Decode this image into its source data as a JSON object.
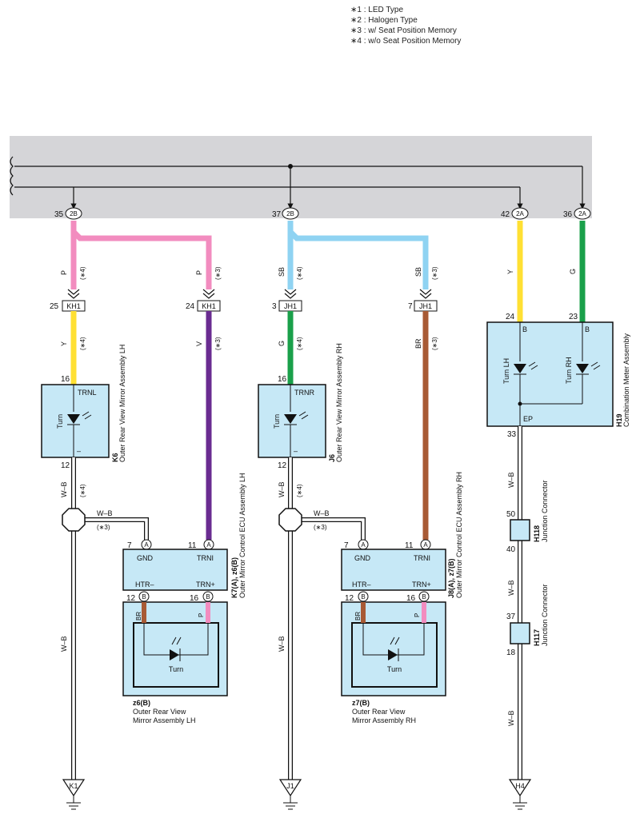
{
  "legend": {
    "items": [
      "∗1 : LED Type",
      "∗2 : Halogen Type",
      "∗3 : w/ Seat Position Memory",
      "∗4 : w/o Seat Position Memory"
    ]
  },
  "colors": {
    "pink": "#f28cbf",
    "yellow": "#ffe033",
    "purple": "#6a2c91",
    "skyblue": "#8fd3f2",
    "green": "#1aa04a",
    "brown": "#a85a35",
    "component_fill": "#c6e8f6",
    "bus_fill": "#d5d5d8"
  },
  "connectors": {
    "c35": {
      "pin": "35",
      "id": "2B"
    },
    "c37": {
      "pin": "37",
      "id": "2B"
    },
    "c42": {
      "pin": "42",
      "id": "2A"
    },
    "c36": {
      "pin": "36",
      "id": "2A"
    },
    "kh1_25": {
      "pin": "25",
      "id": "KH1"
    },
    "kh1_24": {
      "pin": "24",
      "id": "KH1"
    },
    "jh1_3": {
      "pin": "3",
      "id": "JH1"
    },
    "jh1_7": {
      "pin": "7",
      "id": "JH1"
    }
  },
  "wires": {
    "p_left": {
      "color": "P",
      "note": "(∗4)"
    },
    "p_right": {
      "color": "P",
      "note": "(∗3)"
    },
    "sb_left": {
      "color": "SB",
      "note": "(∗4)"
    },
    "sb_right": {
      "color": "SB",
      "note": "(∗3)"
    },
    "y_top": {
      "color": "Y"
    },
    "g_top": {
      "color": "G"
    },
    "y_k6": {
      "color": "Y",
      "note": "(∗4)"
    },
    "v_k7": {
      "color": "V",
      "note": "(∗3)"
    },
    "g_j6": {
      "color": "G",
      "note": "(∗4)"
    },
    "br_j8": {
      "color": "BR",
      "note": "(∗3)"
    },
    "wb_k6": {
      "color": "W–B",
      "note": "(∗4)"
    },
    "wb_j6": {
      "color": "W–B",
      "note": "(∗4)"
    },
    "wb_k_branch": {
      "color": "W–B",
      "note": "(∗3)"
    },
    "wb_j_branch": {
      "color": "W–B",
      "note": "(∗3)"
    },
    "wb_k_down": {
      "color": "W–B"
    },
    "wb_j_down": {
      "color": "W–B"
    },
    "wb_h19": {
      "color": "W–B"
    },
    "wb_h118": {
      "color": "W–B"
    },
    "wb_h117": {
      "color": "W–B"
    },
    "br_mirror": "BR",
    "p_mirror": "P"
  },
  "k6": {
    "code": "K6",
    "name": "Outer Rear View Mirror Assembly LH",
    "pin_top": "16",
    "pin_bottom": "12",
    "terminal_top": "TRNL",
    "terminal_bottom": "–",
    "lamp": "Turn"
  },
  "j6": {
    "code": "J6",
    "name": "Outer Rear View Mirror Assembly RH",
    "pin_top": "16",
    "pin_bottom": "12",
    "terminal_top": "TRNR",
    "terminal_bottom": "–",
    "lamp": "Turn"
  },
  "k7": {
    "code": "K7(A), z6(B)",
    "name": "Outer Mirror Control ECU Assembly LH",
    "pin_gnd": "7",
    "pin_trni": "11",
    "pin_htr": "12",
    "pin_trn": "16",
    "conn_a": "A",
    "conn_b": "B",
    "t_gnd": "GND",
    "t_trni": "TRNI",
    "t_htr": "HTR–",
    "t_trn": "TRN+"
  },
  "j8": {
    "code": "J8(A), z7(B)",
    "name": "Outer Mirror Control ECU Assembly RH",
    "pin_gnd": "7",
    "pin_trni": "11",
    "pin_htr": "12",
    "pin_trn": "16",
    "conn_a": "A",
    "conn_b": "B",
    "t_gnd": "GND",
    "t_trni": "TRNI",
    "t_htr": "HTR–",
    "t_trn": "TRN+"
  },
  "z6": {
    "code": "z6(B)",
    "line1": "Outer Rear View",
    "line2": "Mirror Assembly LH",
    "lamp": "Turn"
  },
  "z7": {
    "code": "z7(B)",
    "line1": "Outer Rear View",
    "line2": "Mirror Assembly RH",
    "lamp": "Turn"
  },
  "h19": {
    "code": "H19",
    "name": "Combination Meter Assembly",
    "pin_lh": "24",
    "pin_rh": "23",
    "pin_ep": "33",
    "t_lh": "B",
    "t_rh": "B",
    "t_ep": "EP",
    "lamp_lh": "Turn LH",
    "lamp_rh": "Turn RH"
  },
  "h118": {
    "code": "H118",
    "name": "Junction Connector",
    "pin_top": "50",
    "pin_bottom": "40"
  },
  "h117": {
    "code": "H117",
    "name": "Junction Connector",
    "pin_top": "37",
    "pin_bottom": "18"
  },
  "grounds": {
    "k1": "K1",
    "j1": "J1",
    "h4": "H4"
  }
}
